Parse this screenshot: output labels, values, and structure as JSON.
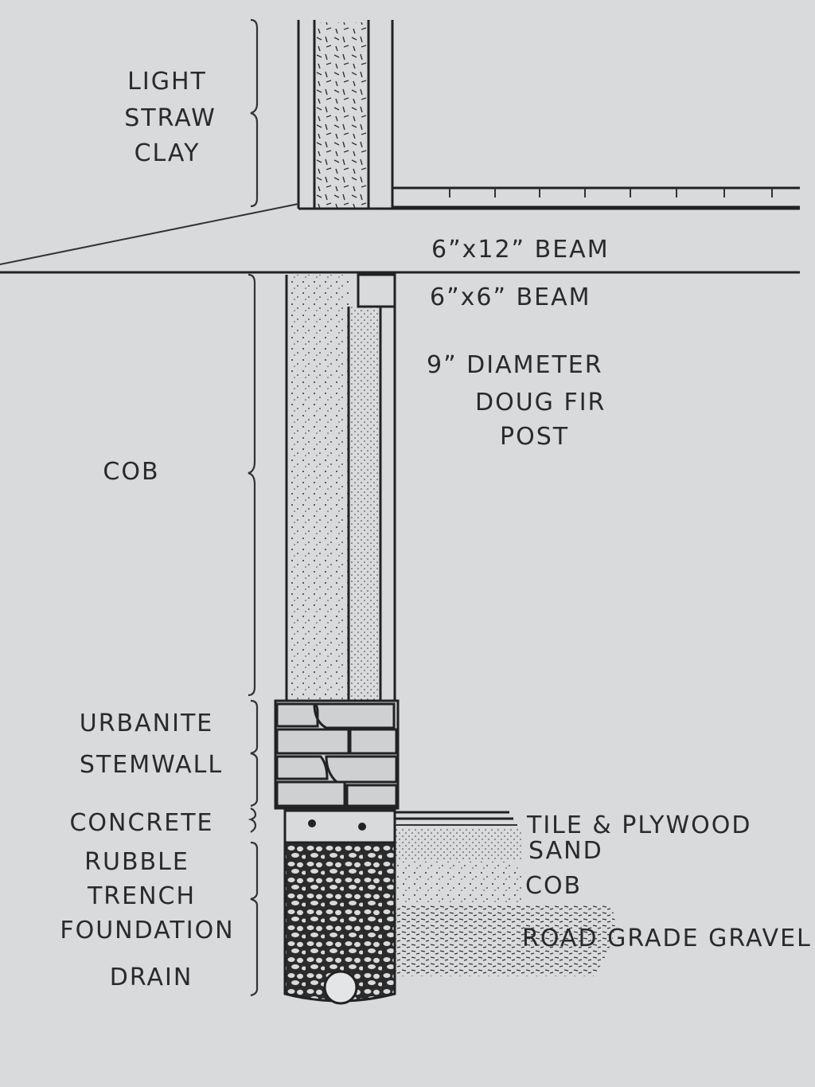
{
  "labels": {
    "light_straw_clay": [
      "LIGHT",
      "STRAW",
      "CLAY"
    ],
    "cob_wall": "COB",
    "urbanite_stemwall": [
      "URBANITE",
      "STEMWALL"
    ],
    "concrete": "CONCRETE",
    "rubble_trench": [
      "RUBBLE",
      "TRENCH",
      "FOUNDATION"
    ],
    "drain": "DRAIN",
    "beam_6x12": "6”x12” BEAM",
    "beam_6x6": "6”x6” BEAM",
    "post": [
      "9” DIAMETER",
      "DOUG FIR",
      "POST"
    ],
    "tile_plywood": "TILE & PLYWOOD",
    "sand": "SAND",
    "cob_floor": "COB",
    "gravel": "ROAD GRADE GRAVEL"
  },
  "colors": {
    "paper": "#d9dadc",
    "ink": "#222222"
  }
}
